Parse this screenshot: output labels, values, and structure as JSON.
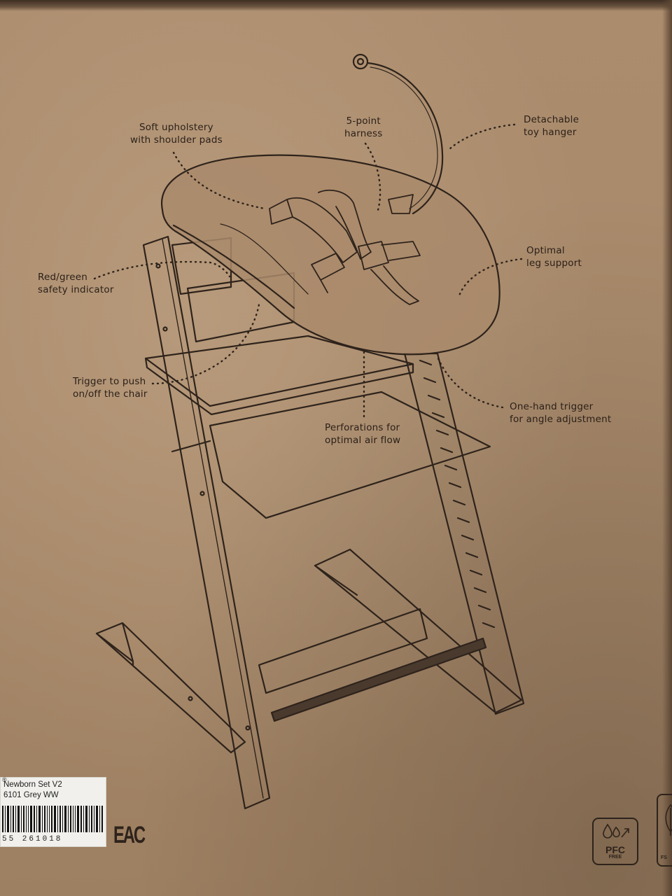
{
  "labels": {
    "soft_upholstery": "Soft upholstery\nwith shoulder pads",
    "harness": "5-point\nharness",
    "toy_hanger": "Detachable\ntoy hanger",
    "safety_indicator": "Red/green\nsafety indicator",
    "leg_support": "Optimal\nleg support",
    "trigger_push": "Trigger to push\non/off the chair",
    "perforations": "Perforations for\noptimal air flow",
    "one_hand_trigger": "One-hand trigger\nfor angle adjustment"
  },
  "sticker": {
    "reg_mark": "®",
    "line1": "Newborn Set V2",
    "line2": "6101 Grey WW",
    "digits": "55 261018"
  },
  "marks": {
    "eac": "EAC",
    "pfc": "PFC",
    "pfc_sub": "FREE",
    "badge_partial": "FS"
  },
  "colors": {
    "cardboard": "#a98a6b",
    "ink": "#2b2019"
  }
}
